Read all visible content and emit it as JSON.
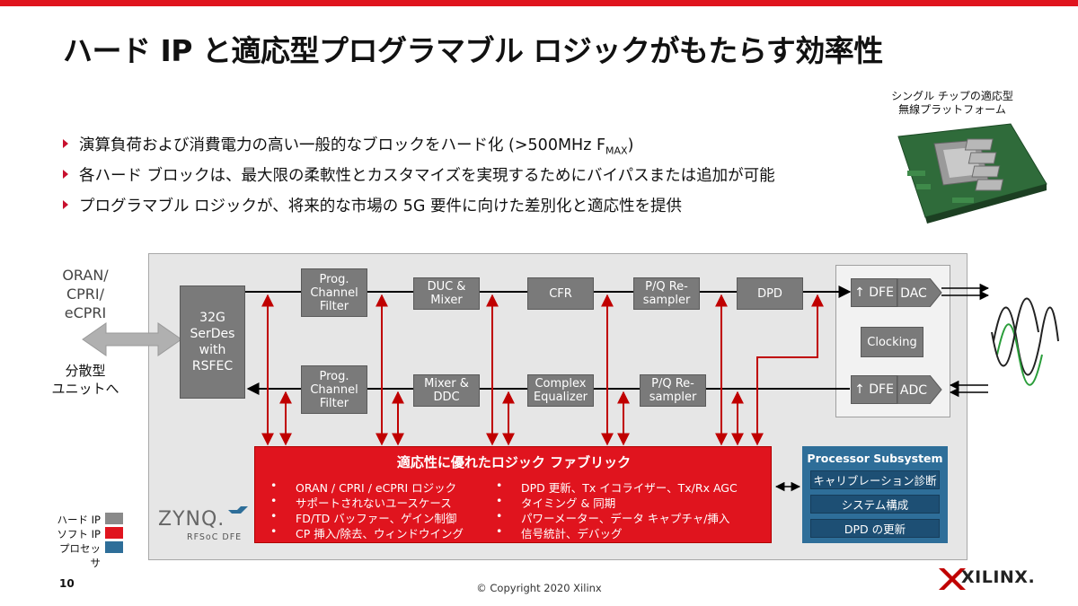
{
  "title": "ハード IP と適応型プログラマブル ロジックがもたらす効率性",
  "bullets": [
    {
      "text": "演算負荷および消費電力の高い一般的なブロックをハード化 (>500MHz F",
      "sub": "MAX",
      "tail": ")"
    },
    {
      "text": "各ハード ブロックは、最大限の柔軟性とカスタマイズを実現するためにバイパスまたは追加が可能"
    },
    {
      "text": "プログラマブル ロジックが、将来的な市場の 5G 要件に向けた差別化と適応性を提供"
    }
  ],
  "chip_caption": [
    "シングル チップの適応型",
    "無線プラットフォーム"
  ],
  "left_labels": {
    "oran": [
      "ORAN/",
      "CPRI/",
      "eCPRI"
    ],
    "distributed": [
      "分散型",
      "ユニットへ"
    ]
  },
  "blocks": {
    "serdes": [
      "32G",
      "SerDes",
      "with",
      "RSFEC"
    ],
    "pcf_tx": [
      "Prog.",
      "Channel",
      "Filter"
    ],
    "pcf_rx": [
      "Prog.",
      "Channel",
      "Filter"
    ],
    "duc": [
      "DUC &",
      "Mixer"
    ],
    "ddc": [
      "Mixer &",
      "DDC"
    ],
    "cfr": "CFR",
    "ceq": [
      "Complex",
      "Equalizer"
    ],
    "pq_tx": [
      "P/Q Re-",
      "sampler"
    ],
    "pq_rx": [
      "P/Q Re-",
      "sampler"
    ],
    "dpd": "DPD",
    "dfe_tx": "DFE",
    "dac": "DAC",
    "clocking": "Clocking",
    "dfe_rx": "DFE",
    "adc": "ADC"
  },
  "fabric": {
    "title": "適応性に優れたロジック ファブリック",
    "left_items": [
      "ORAN / CPRI / eCPRI ロジック",
      "サポートされないユースケース",
      "FD/TD バッファー、ゲイン制御",
      "CP 挿入/除去、ウィンドウイング"
    ],
    "right_items": [
      "DPD 更新、Tx イコライザー、Tx/Rx AGC",
      "タイミング & 同期",
      "パワーメーター、データ キャプチャ/挿入",
      "信号統計、デバッグ"
    ]
  },
  "processor": {
    "title": "Processor Subsystem",
    "items": [
      "キャリブレーション診断",
      "システム構成",
      "DPD の更新"
    ]
  },
  "legend": [
    {
      "label": "ハード IP",
      "color": "#8a8a8a"
    },
    {
      "label": "ソフト IP",
      "color": "#e0141e"
    },
    {
      "label": "プロセッサ",
      "color": "#2e6e99"
    }
  ],
  "zynq": {
    "word": "ZYNQ.",
    "sub": "RFSoC DFE"
  },
  "page_number": "10",
  "copyright": "© Copyright 2020 Xilinx",
  "logo_text": "XILINX.",
  "colors": {
    "accent_red": "#e0141e",
    "hard_ip_gray": "#7a7a7a",
    "processor_blue": "#2e6e99"
  }
}
